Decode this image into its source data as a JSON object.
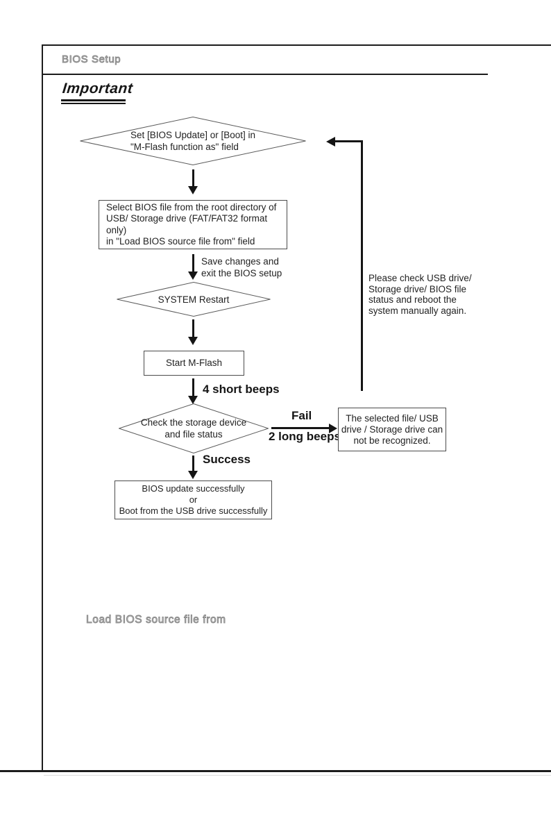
{
  "page": {
    "header_title": "BIOS Setup",
    "important_label": "Important",
    "section_heading": "Load BIOS source file from"
  },
  "flowchart": {
    "decision_set_function": "Set [BIOS Update] or [Boot] in\n\"M-Flash function as\" field",
    "process_select_file": "Select BIOS file from the root directory of\nUSB/ Storage drive (FAT/FAT32 format only)\nin \"Load BIOS source file from\" field",
    "label_save_exit": "Save changes and\nexit the BIOS setup",
    "decision_system_restart": "SYSTEM Restart",
    "process_start_mflash": "Start M-Flash",
    "label_four_short_beeps": "4 short beeps",
    "decision_check_storage": "Check the storage device\nand file status",
    "label_fail": "Fail",
    "label_two_long_beeps": "2 long beeps",
    "result_not_recognized": "The selected file/ USB\ndrive / Storage drive can\nnot be recognized.",
    "label_success": "Success",
    "result_update_success": "BIOS update successfully\nor\nBoot from the USB drive successfully",
    "note_reboot": "Please check USB drive/\nStorage drive/ BIOS file\nstatus and reboot the\nsystem manually again."
  },
  "colors": {
    "line": "#1c1c1c",
    "arrow": "#151515",
    "box_border": "#4b4b4b",
    "text": "#222222",
    "muted_heading_outline": "#878787"
  }
}
